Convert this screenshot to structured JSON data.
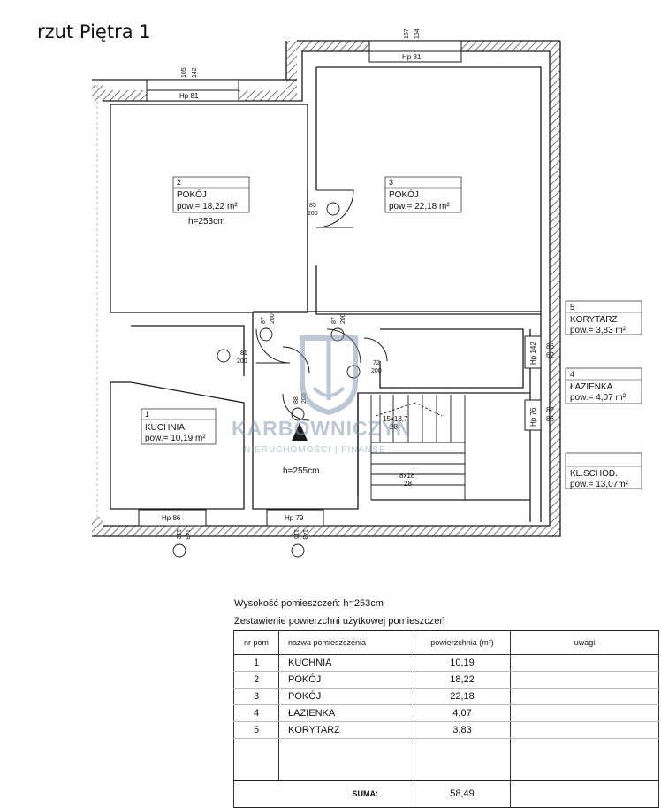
{
  "title": "rzut Piętra 1",
  "rooms": [
    {
      "no": "1",
      "name": "KUCHNIA",
      "area": "pow.= 10,19 m²"
    },
    {
      "no": "2",
      "name": "POKÓJ",
      "area": "pow.= 18,22 m²",
      "height": "h=253cm"
    },
    {
      "no": "3",
      "name": "POKÓJ",
      "area": "pow.= 22,18 m²"
    },
    {
      "no": "4",
      "name": "ŁAZIENKA",
      "area": "pow.= 4,07 m²"
    },
    {
      "no": "5",
      "name": "KORYTARZ",
      "area": "pow.= 3,83 m²"
    },
    {
      "name": "KL.SCHOD.",
      "area": "pow.= 13,07m²"
    }
  ],
  "hall_height": "h=255cm",
  "windows": [
    {
      "label": "Hp 81",
      "size_top": "105",
      "size_bottom": "142"
    },
    {
      "label": "Hp 81",
      "size_top": "167",
      "size_bottom": "154"
    },
    {
      "label": "Hp 86",
      "size_top": "112",
      "size_bottom": "143"
    },
    {
      "label": "Hp 79",
      "size_top": "116",
      "size_bottom": "143"
    },
    {
      "label": "Hp 142",
      "size_top": "86",
      "size_bottom": "62"
    },
    {
      "label": "Hp 76",
      "size_top": "82",
      "size_bottom": "86"
    }
  ],
  "doors": [
    {
      "w": "85",
      "h": "200"
    },
    {
      "w": "87",
      "h": "200"
    },
    {
      "w": "87",
      "h": "200"
    },
    {
      "w": "81",
      "h": "200"
    },
    {
      "w": "72",
      "h": "200"
    },
    {
      "w": "88",
      "h": "200"
    }
  ],
  "stairs": [
    {
      "label": "15x18,7",
      "sub": "28"
    },
    {
      "label": "8x18",
      "sub": "28"
    }
  ],
  "watermark": {
    "brand": "KARBOWNICZYN",
    "sub": "NIERUCHOMOŚCI | FINANSE"
  },
  "height_note": "Wysokość pomieszczeń: h=253cm",
  "table_title": "Zestawienie powierzchni użytkowej pomieszczeń",
  "table": {
    "headers": {
      "nr": "nr pom",
      "name": "nazwa pomieszczenia",
      "area": "powierzchnia (m²)",
      "notes": "uwagi"
    },
    "rows": [
      {
        "nr": "1",
        "name": "KUCHNIA",
        "area": "10,19"
      },
      {
        "nr": "2",
        "name": "POKÓJ",
        "area": "18,22"
      },
      {
        "nr": "3",
        "name": "POKÓJ",
        "area": "22,18"
      },
      {
        "nr": "4",
        "name": "ŁAZIENKA",
        "area": "4,07"
      },
      {
        "nr": "5",
        "name": "KORYTARZ",
        "area": "3,83"
      }
    ],
    "sum_label": "SUMA:",
    "sum_value": "58,49"
  },
  "colors": {
    "wall": "#1a1a1a",
    "hatch": "#555555",
    "watermark": "#7f90ad"
  }
}
